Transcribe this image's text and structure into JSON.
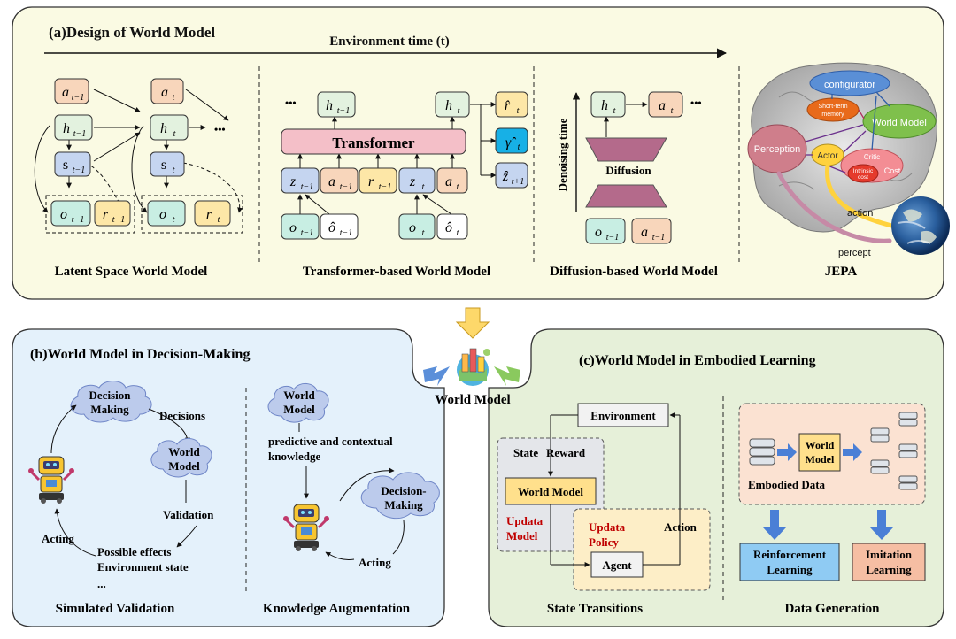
{
  "panel_a": {
    "title": "(a)Design of World Model",
    "env_time": "Environment time (t)",
    "latent": {
      "caption": "Latent Space World Model",
      "a_prev": "a",
      "a_prev_sub": "t−1",
      "a_t": "a",
      "a_t_sub": "t",
      "h_prev": "h",
      "h_prev_sub": "t−1",
      "h_t": "h",
      "h_t_sub": "t",
      "s_prev": "s",
      "s_prev_sub": "t−1",
      "s_t": "s",
      "s_t_sub": "t",
      "o_prev": "o",
      "o_prev_sub": "t−1",
      "r_prev": "r",
      "r_prev_sub": "t−1",
      "o_t": "o",
      "o_t_sub": "t",
      "r_t": "r",
      "r_t_sub": "t",
      "dots": "•••"
    },
    "transformer": {
      "caption": "Transformer-based World Model",
      "block": "Transformer",
      "dots": "•••",
      "h_prev": "h",
      "h_prev_sub": "t−1",
      "h_t": "h",
      "h_t_sub": "t",
      "r_hat": "r̂",
      "r_hat_sub": "t",
      "gamma_hat": "γ̂",
      "gamma_hat_sub": "t",
      "z_hat": "ẑ",
      "z_hat_sub": "t+1",
      "z_prev": "z",
      "z_prev_sub": "t−1",
      "a_prev": "a",
      "a_prev_sub": "t−1",
      "r_prev": "r",
      "r_prev_sub": "t−1",
      "z_t": "z",
      "z_t_sub": "t",
      "a_t": "a",
      "a_t_sub": "t",
      "o_prev": "o",
      "o_prev_sub": "t−1",
      "ohat_prev": "ô",
      "ohat_prev_sub": "t−1",
      "o_t": "o",
      "o_t_sub": "t",
      "ohat_t": "ô",
      "ohat_t_sub": "t"
    },
    "diffusion": {
      "caption": "Diffusion-based World Model",
      "denoising": "Denoising time",
      "label": "Diffusion",
      "h_t": "h",
      "h_t_sub": "t",
      "a_t": "a",
      "a_t_sub": "t",
      "dots": "•••",
      "o_prev": "o",
      "o_prev_sub": "t−1",
      "a_prev": "a",
      "a_prev_sub": "t−1"
    },
    "jepa": {
      "caption": "JEPA",
      "configurator": "configurator",
      "short_term": "Short-term",
      "memory": "memory",
      "world_model": "World Model",
      "perception": "Perception",
      "actor": "Actor",
      "critic": "Critic",
      "cost": "Cost",
      "intrinsic": "Intrinsic",
      "cost_small": "cost",
      "action": "action",
      "percept": "percept"
    }
  },
  "center": {
    "label": "World Model"
  },
  "panel_b": {
    "title": "(b)World Model in Decision-Making",
    "sim": {
      "caption": "Simulated Validation",
      "cloud1_l1": "Decision",
      "cloud1_l2": "Making",
      "decisions": "Decisions",
      "cloud2_l1": "World",
      "cloud2_l2": "Model",
      "validation": "Validation",
      "effects": "Possible effects",
      "env_state": "Environment state",
      "ellipsis": "...",
      "acting": "Acting"
    },
    "know": {
      "caption": "Knowledge Augmentation",
      "cloud_l1": "World",
      "cloud_l2": "Model",
      "pred_l1": "predictive and contextual",
      "pred_l2": "knowledge",
      "dm_l1": "Decision-",
      "dm_l2": "Making",
      "acting": "Acting"
    }
  },
  "panel_c": {
    "title": "(c)World Model in Embodied Learning",
    "state": {
      "caption": "State Transitions",
      "environment": "Environment",
      "state": "State",
      "reward": "Reward",
      "world_model": "World Model",
      "upd_model_l1": "Updata",
      "upd_model_l2": "Model",
      "upd_policy_l1": "Updata",
      "upd_policy_l2": "Policy",
      "action": "Action",
      "agent": "Agent"
    },
    "data": {
      "caption": "Data Generation",
      "wm_l1": "World",
      "wm_l2": "Model",
      "embodied": "Embodied Data",
      "rl_l1": "Reinforcement",
      "rl_l2": "Learning",
      "il_l1": "Imitation",
      "il_l2": "Learning"
    }
  },
  "colors": {
    "panel_a_bg": "#fafae3",
    "panel_b_bg": "#e4f1fb",
    "panel_c_bg": "#e6f0d9",
    "orange_box": "#f8d6bb",
    "green_box": "#e3f2df",
    "blue_box": "#c5d5f0",
    "teal_box": "#c8eee3",
    "yellow_box": "#fde7a7",
    "transformer": "#f4bfc8",
    "cyan_box": "#17b0e6",
    "diffusion": "#b46a8b",
    "cloud": "#bccbec",
    "wm_yellow": "#ffe08c",
    "rl_blue": "#8fcbf3",
    "il_orange": "#f6bea3",
    "red_text": "#c00000"
  }
}
